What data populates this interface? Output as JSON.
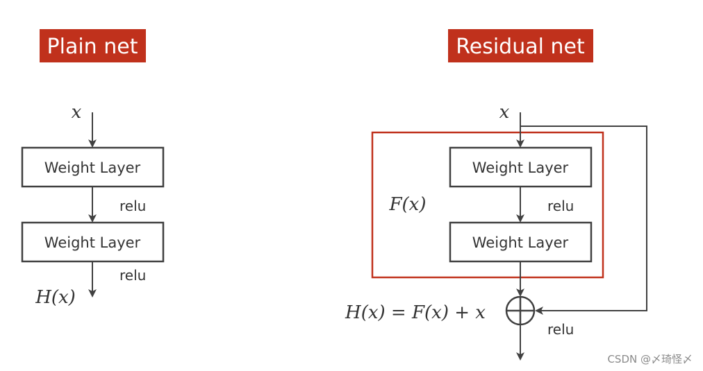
{
  "colors": {
    "title_bg": "#c0311c",
    "title_text": "#ffffff",
    "line": "#404040",
    "block_border": "#c0311c"
  },
  "plain_net": {
    "title": "Plain net",
    "input_label": "x",
    "layers": [
      "Weight Layer",
      "Weight Layer"
    ],
    "relu_labels": [
      "relu",
      "relu"
    ],
    "output_label": "H(x)"
  },
  "residual_net": {
    "title": "Residual net",
    "input_label": "x",
    "block_label": "F(x)",
    "layers": [
      "Weight Layer",
      "Weight Layer"
    ],
    "relu_labels": [
      "relu",
      "relu"
    ],
    "equation": "H(x) = F(x) + x",
    "adder_icon": "plus-circle-icon"
  },
  "watermark": "CSDN @〆琦怪〆"
}
